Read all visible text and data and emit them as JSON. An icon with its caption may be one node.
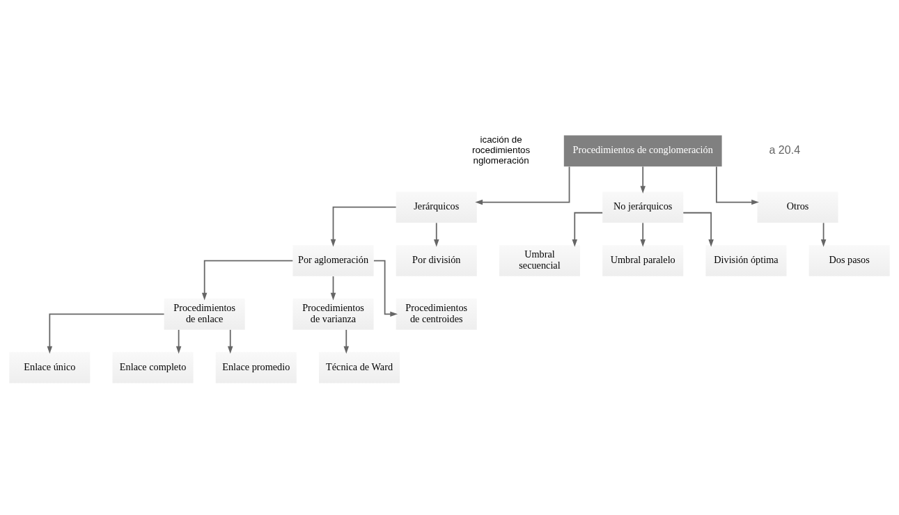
{
  "diagram": {
    "nodes": [
      {
        "text": [
          "Procedimientos de conglomeración"
        ]
      },
      {
        "text": [
          "Jerárquicos"
        ]
      },
      {
        "text": [
          "No jerárquicos"
        ]
      },
      {
        "text": [
          "Otros"
        ]
      },
      {
        "text": [
          "Por aglomeración"
        ]
      },
      {
        "text": [
          "Por división"
        ]
      },
      {
        "text": [
          "Dos pasos"
        ]
      },
      {
        "text": [
          "Procedimientos de enlace"
        ]
      },
      {
        "text": [
          "Procedimientos de varianza"
        ]
      },
      {
        "text": [
          "Procedimientos de centroides"
        ]
      },
      {
        "text": [
          "Umbral secuencial"
        ]
      },
      {
        "text": [
          "Umbral paralelo"
        ]
      },
      {
        "text": [
          "División óptima"
        ]
      },
      {
        "text": [
          "Técnica de Ward"
        ]
      },
      {
        "text": [
          "Enlace único"
        ]
      },
      {
        "text": [
          "Enlace completo"
        ]
      },
      {
        "text": [
          "Enlace promedio"
        ]
      }
    ],
    "edges": [
      {
        "from": 0,
        "to": 1,
        "arrow": "to"
      },
      {
        "from": 0,
        "to": 2,
        "arrow": "to"
      },
      {
        "from": 0,
        "to": 3,
        "arrow": "to"
      },
      {
        "from": 1,
        "to": 4,
        "arrow": "to"
      },
      {
        "from": 1,
        "to": 5,
        "arrow": "to"
      },
      {
        "from": 3,
        "to": 6,
        "arrow": "to"
      },
      {
        "from": 4,
        "to": 7,
        "arrow": "to"
      },
      {
        "from": 4,
        "to": 8,
        "arrow": "to"
      },
      {
        "from": 4,
        "to": 9,
        "arrow": "to"
      },
      {
        "from": 2,
        "to": 10,
        "arrow": "to"
      },
      {
        "from": 2,
        "to": 11,
        "arrow": "to"
      },
      {
        "from": 2,
        "to": 12,
        "arrow": "to"
      },
      {
        "from": 8,
        "to": 13,
        "arrow": "to"
      },
      {
        "from": 7,
        "to": 14,
        "arrow": "to"
      },
      {
        "from": 7,
        "to": 15,
        "arrow": "to"
      },
      {
        "from": 7,
        "to": 16,
        "arrow": "to"
      }
    ],
    "labels": [
      "a 20.4",
      "icación de rocedimientos nglomeración"
    ]
  }
}
